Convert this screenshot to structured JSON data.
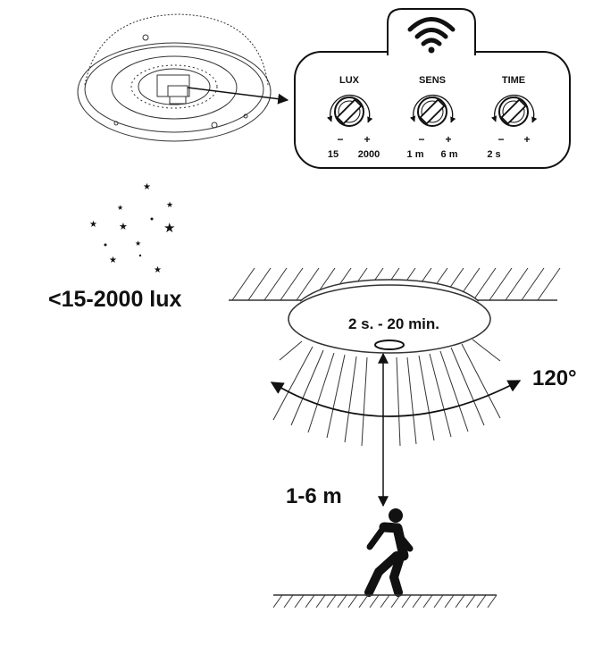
{
  "panel": {
    "wifi_icon": "wifi-icon",
    "knobs": [
      {
        "title": "LUX",
        "minus": "−",
        "plus": "+",
        "min_value": "15",
        "max_value": "2000"
      },
      {
        "title": "SENS",
        "minus": "−",
        "plus": "+",
        "min_value": "1 m",
        "max_value": "6 m"
      },
      {
        "title": "TIME",
        "minus": "−",
        "plus": "+",
        "min_value": "2 s",
        "max_value": ""
      }
    ]
  },
  "night": {
    "icon": "moon-stars-icon",
    "lux_label": "<15-2000 lux"
  },
  "sensor": {
    "time_label": "2 s. - 20 min.",
    "angle_label": "120°",
    "distance_label": "1-6 m"
  },
  "colors": {
    "ink": "#111111",
    "background": "#ffffff"
  }
}
